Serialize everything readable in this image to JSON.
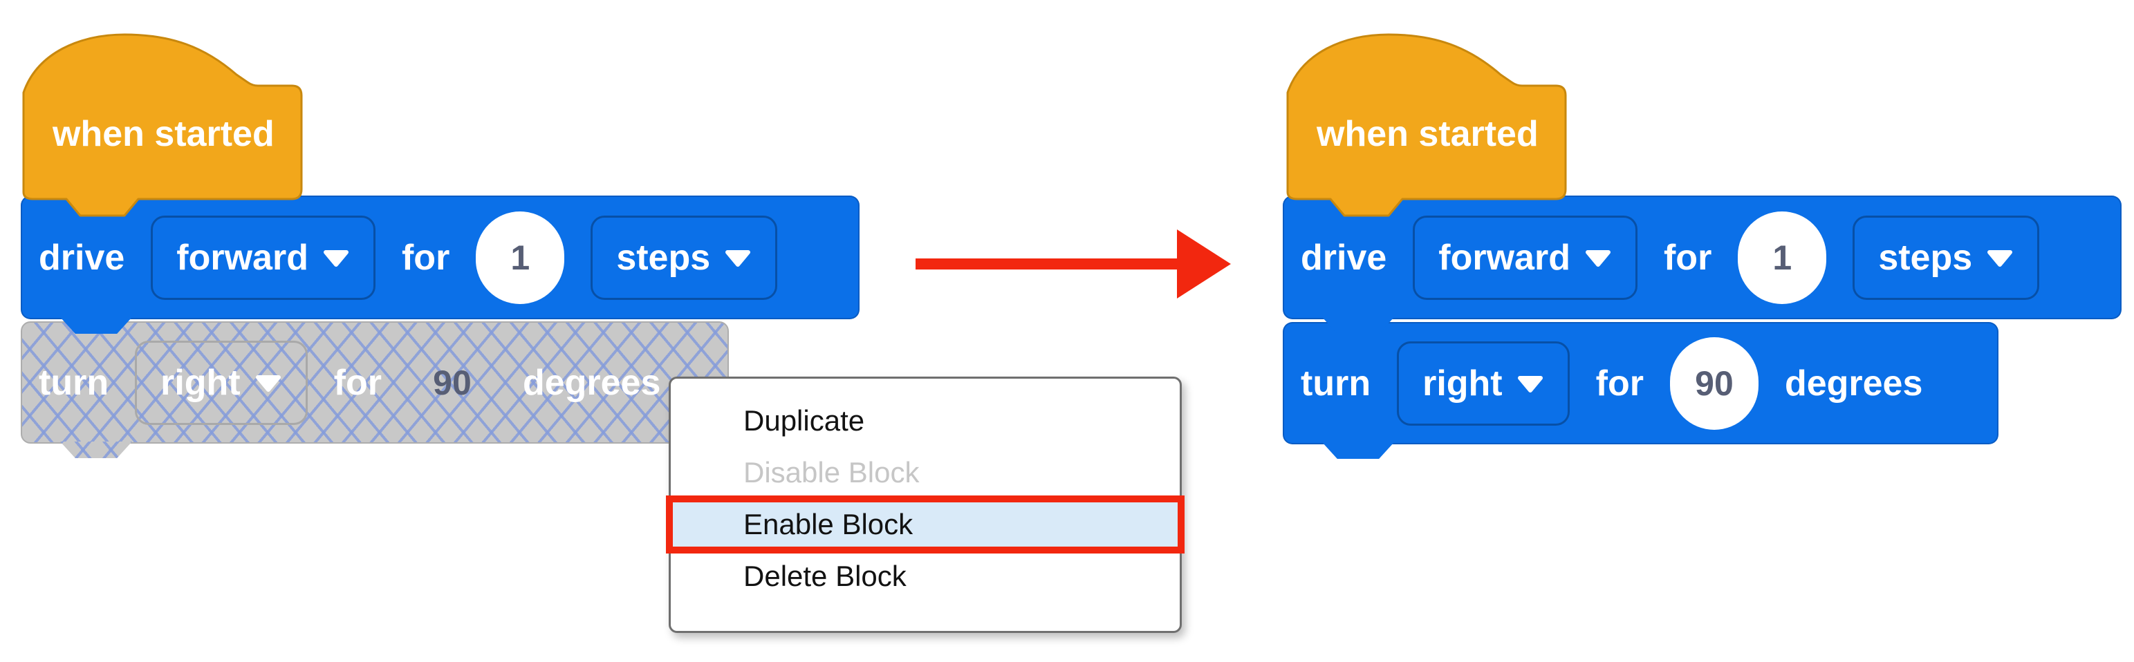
{
  "colors": {
    "block_blue": "#0B70E8",
    "hat_orange": "#F2A71B",
    "hat_outline": "#C8880E",
    "disabled_gray": "#C8C8C8",
    "hatch_line_blue": "#859CDB",
    "menu_highlight_blue": "#D9EAF8",
    "annotation_red": "#F2270F",
    "value_text_gray": "#575E75"
  },
  "left_script": {
    "hat_label": "when started",
    "drive_block": {
      "verb": "drive",
      "direction": "forward",
      "preposition": "for",
      "value": "1",
      "unit": "steps",
      "state": "enabled"
    },
    "turn_block": {
      "verb": "turn",
      "direction": "right",
      "preposition": "for",
      "value": "90",
      "unit": "degrees",
      "state": "disabled"
    }
  },
  "right_script": {
    "hat_label": "when started",
    "drive_block": {
      "verb": "drive",
      "direction": "forward",
      "preposition": "for",
      "value": "1",
      "unit": "steps",
      "state": "enabled"
    },
    "turn_block": {
      "verb": "turn",
      "direction": "right",
      "preposition": "for",
      "value": "90",
      "unit": "degrees",
      "state": "enabled"
    }
  },
  "context_menu": {
    "items": [
      {
        "label": "Duplicate",
        "state": "normal"
      },
      {
        "label": "Disable Block",
        "state": "disabled"
      },
      {
        "label": "Enable Block",
        "state": "highlighted"
      },
      {
        "label": "Delete Block",
        "state": "normal"
      }
    ]
  }
}
